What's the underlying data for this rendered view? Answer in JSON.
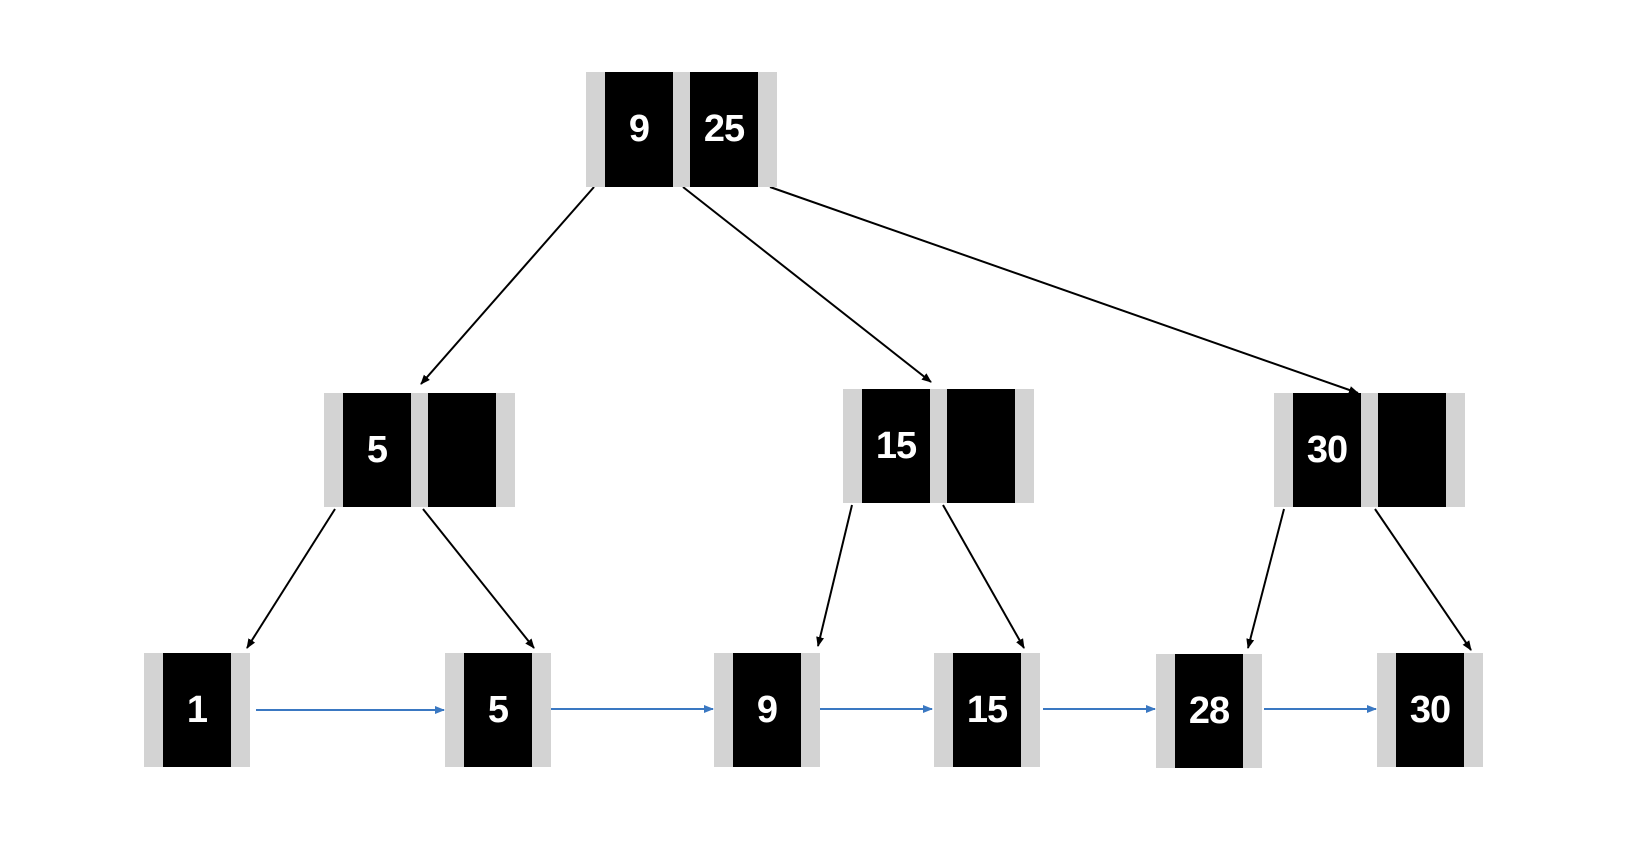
{
  "tree": {
    "root": {
      "keys": [
        "9",
        "25"
      ]
    },
    "internal": [
      {
        "keys": [
          "5",
          ""
        ]
      },
      {
        "keys": [
          "15",
          ""
        ]
      },
      {
        "keys": [
          "30",
          ""
        ]
      }
    ],
    "leaves": [
      {
        "key": "1"
      },
      {
        "key": "5"
      },
      {
        "key": "9"
      },
      {
        "key": "15"
      },
      {
        "key": "28"
      },
      {
        "key": "30"
      }
    ]
  },
  "colors": {
    "key_fill": "#000000",
    "key_text": "#ffffff",
    "pointer_slot": "#d3d3d3",
    "tree_edge": "#000000",
    "leaf_link": "#3a78c2"
  }
}
